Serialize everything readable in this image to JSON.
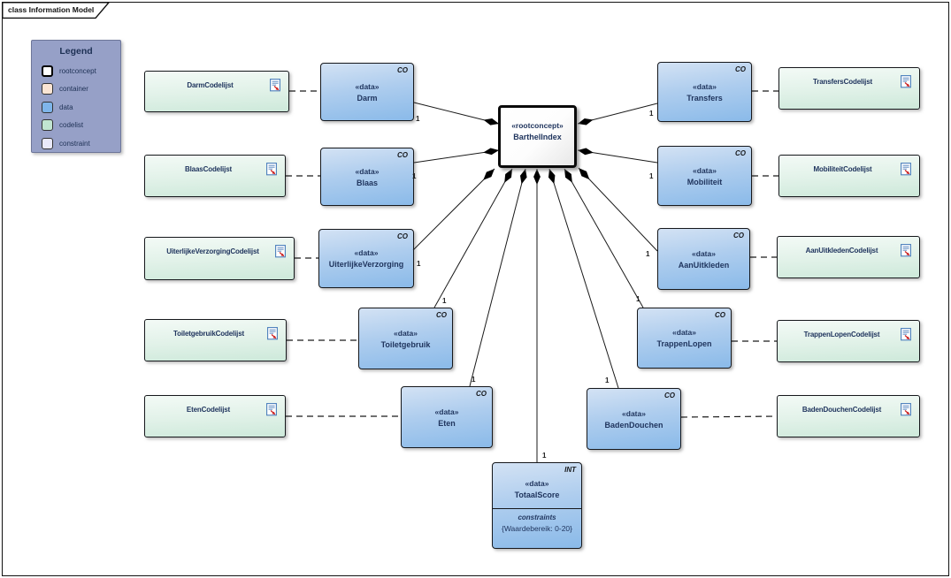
{
  "frame": {
    "tab_label": "class Information Model"
  },
  "legend": {
    "title": "Legend",
    "items": [
      {
        "label": "rootconcept",
        "color": "#ffffff"
      },
      {
        "label": "container",
        "color": "#fbe5d4"
      },
      {
        "label": "data",
        "color": "#7fb5ea"
      },
      {
        "label": "codelist",
        "color": "#c1e5d1"
      },
      {
        "label": "constraint",
        "color": "#e9e9fa"
      }
    ]
  },
  "root_node": {
    "stereotype": "«rootconcept»",
    "name": "BarthelIndex"
  },
  "nodes": [
    {
      "stereotype": "«data»",
      "name": "Darm",
      "tag": "CO"
    },
    {
      "stereotype": "«data»",
      "name": "Blaas",
      "tag": "CO"
    },
    {
      "stereotype": "«data»",
      "name": "UiterlijkeVerzorging",
      "tag": "CO"
    },
    {
      "stereotype": "«data»",
      "name": "Toiletgebruik",
      "tag": "CO"
    },
    {
      "stereotype": "«data»",
      "name": "Eten",
      "tag": "CO"
    },
    {
      "stereotype": "«data»",
      "name": "Transfers",
      "tag": "CO"
    },
    {
      "stereotype": "«data»",
      "name": "Mobiliteit",
      "tag": "CO"
    },
    {
      "stereotype": "«data»",
      "name": "AanUitkleden",
      "tag": "CO"
    },
    {
      "stereotype": "«data»",
      "name": "TrappenLopen",
      "tag": "CO"
    },
    {
      "stereotype": "«data»",
      "name": "BadenDouchen",
      "tag": "CO"
    }
  ],
  "total_score": {
    "stereotype": "«data»",
    "name": "TotaalScore",
    "tag": "INT",
    "compartment_label": "constraints",
    "constraint_value": "{Waardebereik: 0-20}"
  },
  "codelists": [
    {
      "name": "DarmCodelijst"
    },
    {
      "name": "BlaasCodelijst"
    },
    {
      "name": "UiterlijkeVerzorgingCodelijst"
    },
    {
      "name": "ToiletgebruikCodelijst"
    },
    {
      "name": "EtenCodelijst"
    },
    {
      "name": "TransfersCodelijst"
    },
    {
      "name": "MobiliteitCodelijst"
    },
    {
      "name": "AanUitkledenCodelijst"
    },
    {
      "name": "TrappenLopenCodelijst"
    },
    {
      "name": "BadenDouchenCodelijst"
    }
  ],
  "connections": {
    "compositions": [
      {
        "from": "Darm",
        "to": "BarthelIndex",
        "multiplicity": "1"
      },
      {
        "from": "Blaas",
        "to": "BarthelIndex",
        "multiplicity": "1"
      },
      {
        "from": "UiterlijkeVerzorging",
        "to": "BarthelIndex",
        "multiplicity": "1"
      },
      {
        "from": "Toiletgebruik",
        "to": "BarthelIndex",
        "multiplicity": "1"
      },
      {
        "from": "Eten",
        "to": "BarthelIndex",
        "multiplicity": "1"
      },
      {
        "from": "TotaalScore",
        "to": "BarthelIndex",
        "multiplicity": "1"
      },
      {
        "from": "BadenDouchen",
        "to": "BarthelIndex",
        "multiplicity": "1"
      },
      {
        "from": "TrappenLopen",
        "to": "BarthelIndex",
        "multiplicity": "1"
      },
      {
        "from": "AanUitkleden",
        "to": "BarthelIndex",
        "multiplicity": "1"
      },
      {
        "from": "Mobiliteit",
        "to": "BarthelIndex",
        "multiplicity": "1"
      },
      {
        "from": "Transfers",
        "to": "BarthelIndex",
        "multiplicity": "1"
      }
    ],
    "codelist_links": [
      {
        "from": "DarmCodelijst",
        "to": "Darm"
      },
      {
        "from": "BlaasCodelijst",
        "to": "Blaas"
      },
      {
        "from": "UiterlijkeVerzorgingCodelijst",
        "to": "UiterlijkeVerzorging"
      },
      {
        "from": "ToiletgebruikCodelijst",
        "to": "Toiletgebruik"
      },
      {
        "from": "EtenCodelijst",
        "to": "Eten"
      },
      {
        "from": "TransfersCodelijst",
        "to": "Transfers"
      },
      {
        "from": "MobiliteitCodelijst",
        "to": "Mobiliteit"
      },
      {
        "from": "AanUitkledenCodelijst",
        "to": "AanUitkleden"
      },
      {
        "from": "TrappenLopenCodelijst",
        "to": "TrappenLopen"
      },
      {
        "from": "BadenDouchenCodelijst",
        "to": "BadenDouchen"
      }
    ]
  },
  "colors": {
    "data_fill": "#8abae9",
    "codelist_fill": "#cde9da",
    "rootconcept_fill": "#ffffff",
    "legend_bg": "#96a0c7",
    "text": "#20355e",
    "line": "#1a1a1a"
  }
}
